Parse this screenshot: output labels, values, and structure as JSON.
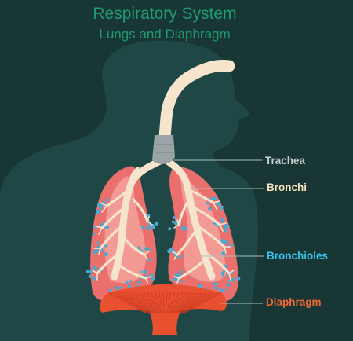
{
  "title": "Respiratory System",
  "subtitle": "Lungs and Diaphragm",
  "labels": {
    "trachea": "Trachea",
    "bronchi": "Bronchi",
    "bronchioles": "Bronchioles",
    "diaphragm": "Diaphragm"
  },
  "colors": {
    "background": "#173634",
    "silhouette": "#1f4745",
    "title": "#1f9a73",
    "trachea_label": "#c8d2d0",
    "bronchi_label": "#f6dfbd",
    "bronchioles_label": "#35c4ef",
    "diaphragm_label": "#ef6a36",
    "lung": "#ea6f6d",
    "lung_inner": "#f39a94",
    "airway": "#f6e5cc",
    "alveoli": "#4aa9d2",
    "diaphragm": "#e8502f",
    "cartilage": "#9aa4a6",
    "leader_line": "#aebdbb"
  }
}
